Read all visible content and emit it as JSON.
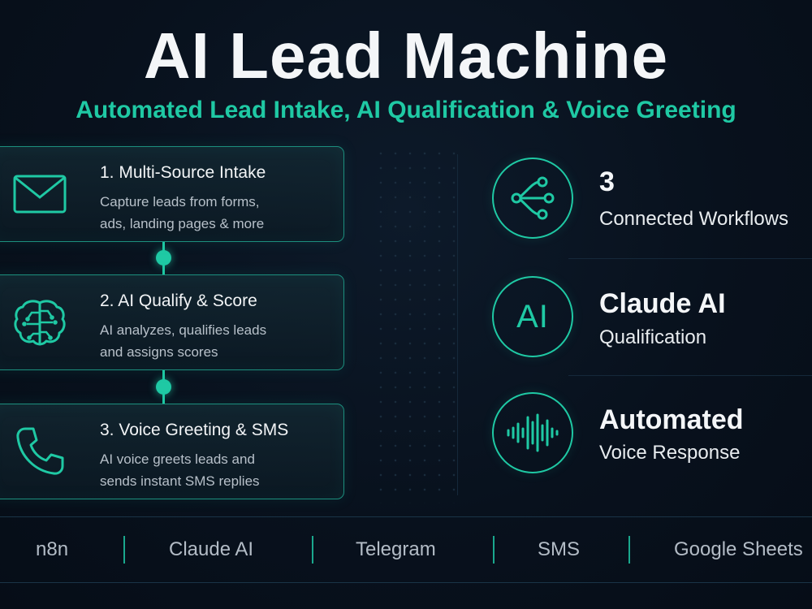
{
  "header": {
    "title": "AI Lead Machine",
    "subtitle": "Automated Lead Intake, AI Qualification & Voice Greeting"
  },
  "steps": [
    {
      "title": "1. Multi-Source Intake",
      "desc_line1": "Capture leads from forms,",
      "desc_line2": "ads, landing pages & more",
      "icon": "envelope-icon"
    },
    {
      "title": "2. AI Qualify & Score",
      "desc_line1": "AI analyzes, qualifies leads",
      "desc_line2": "and assigns scores",
      "icon": "brain-circuit-icon"
    },
    {
      "title": "3. Voice Greeting & SMS",
      "desc_line1": "AI voice greets leads and",
      "desc_line2": "sends instant SMS replies",
      "icon": "phone-icon"
    }
  ],
  "stats": [
    {
      "big": "3",
      "small": "Connected Workflows",
      "icon": "workflow-nodes-icon"
    },
    {
      "big": "Claude AI",
      "small": "Qualification",
      "icon_text": "AI"
    },
    {
      "big": "Automated",
      "small": "Voice Response",
      "icon": "sound-wave-icon"
    }
  ],
  "tech_stack": [
    "n8n",
    "Claude AI",
    "Telegram",
    "SMS",
    "Google Sheets"
  ],
  "colors": {
    "accent": "#1fc9a4",
    "background": "#08111d",
    "text": "#f4f6f8"
  }
}
